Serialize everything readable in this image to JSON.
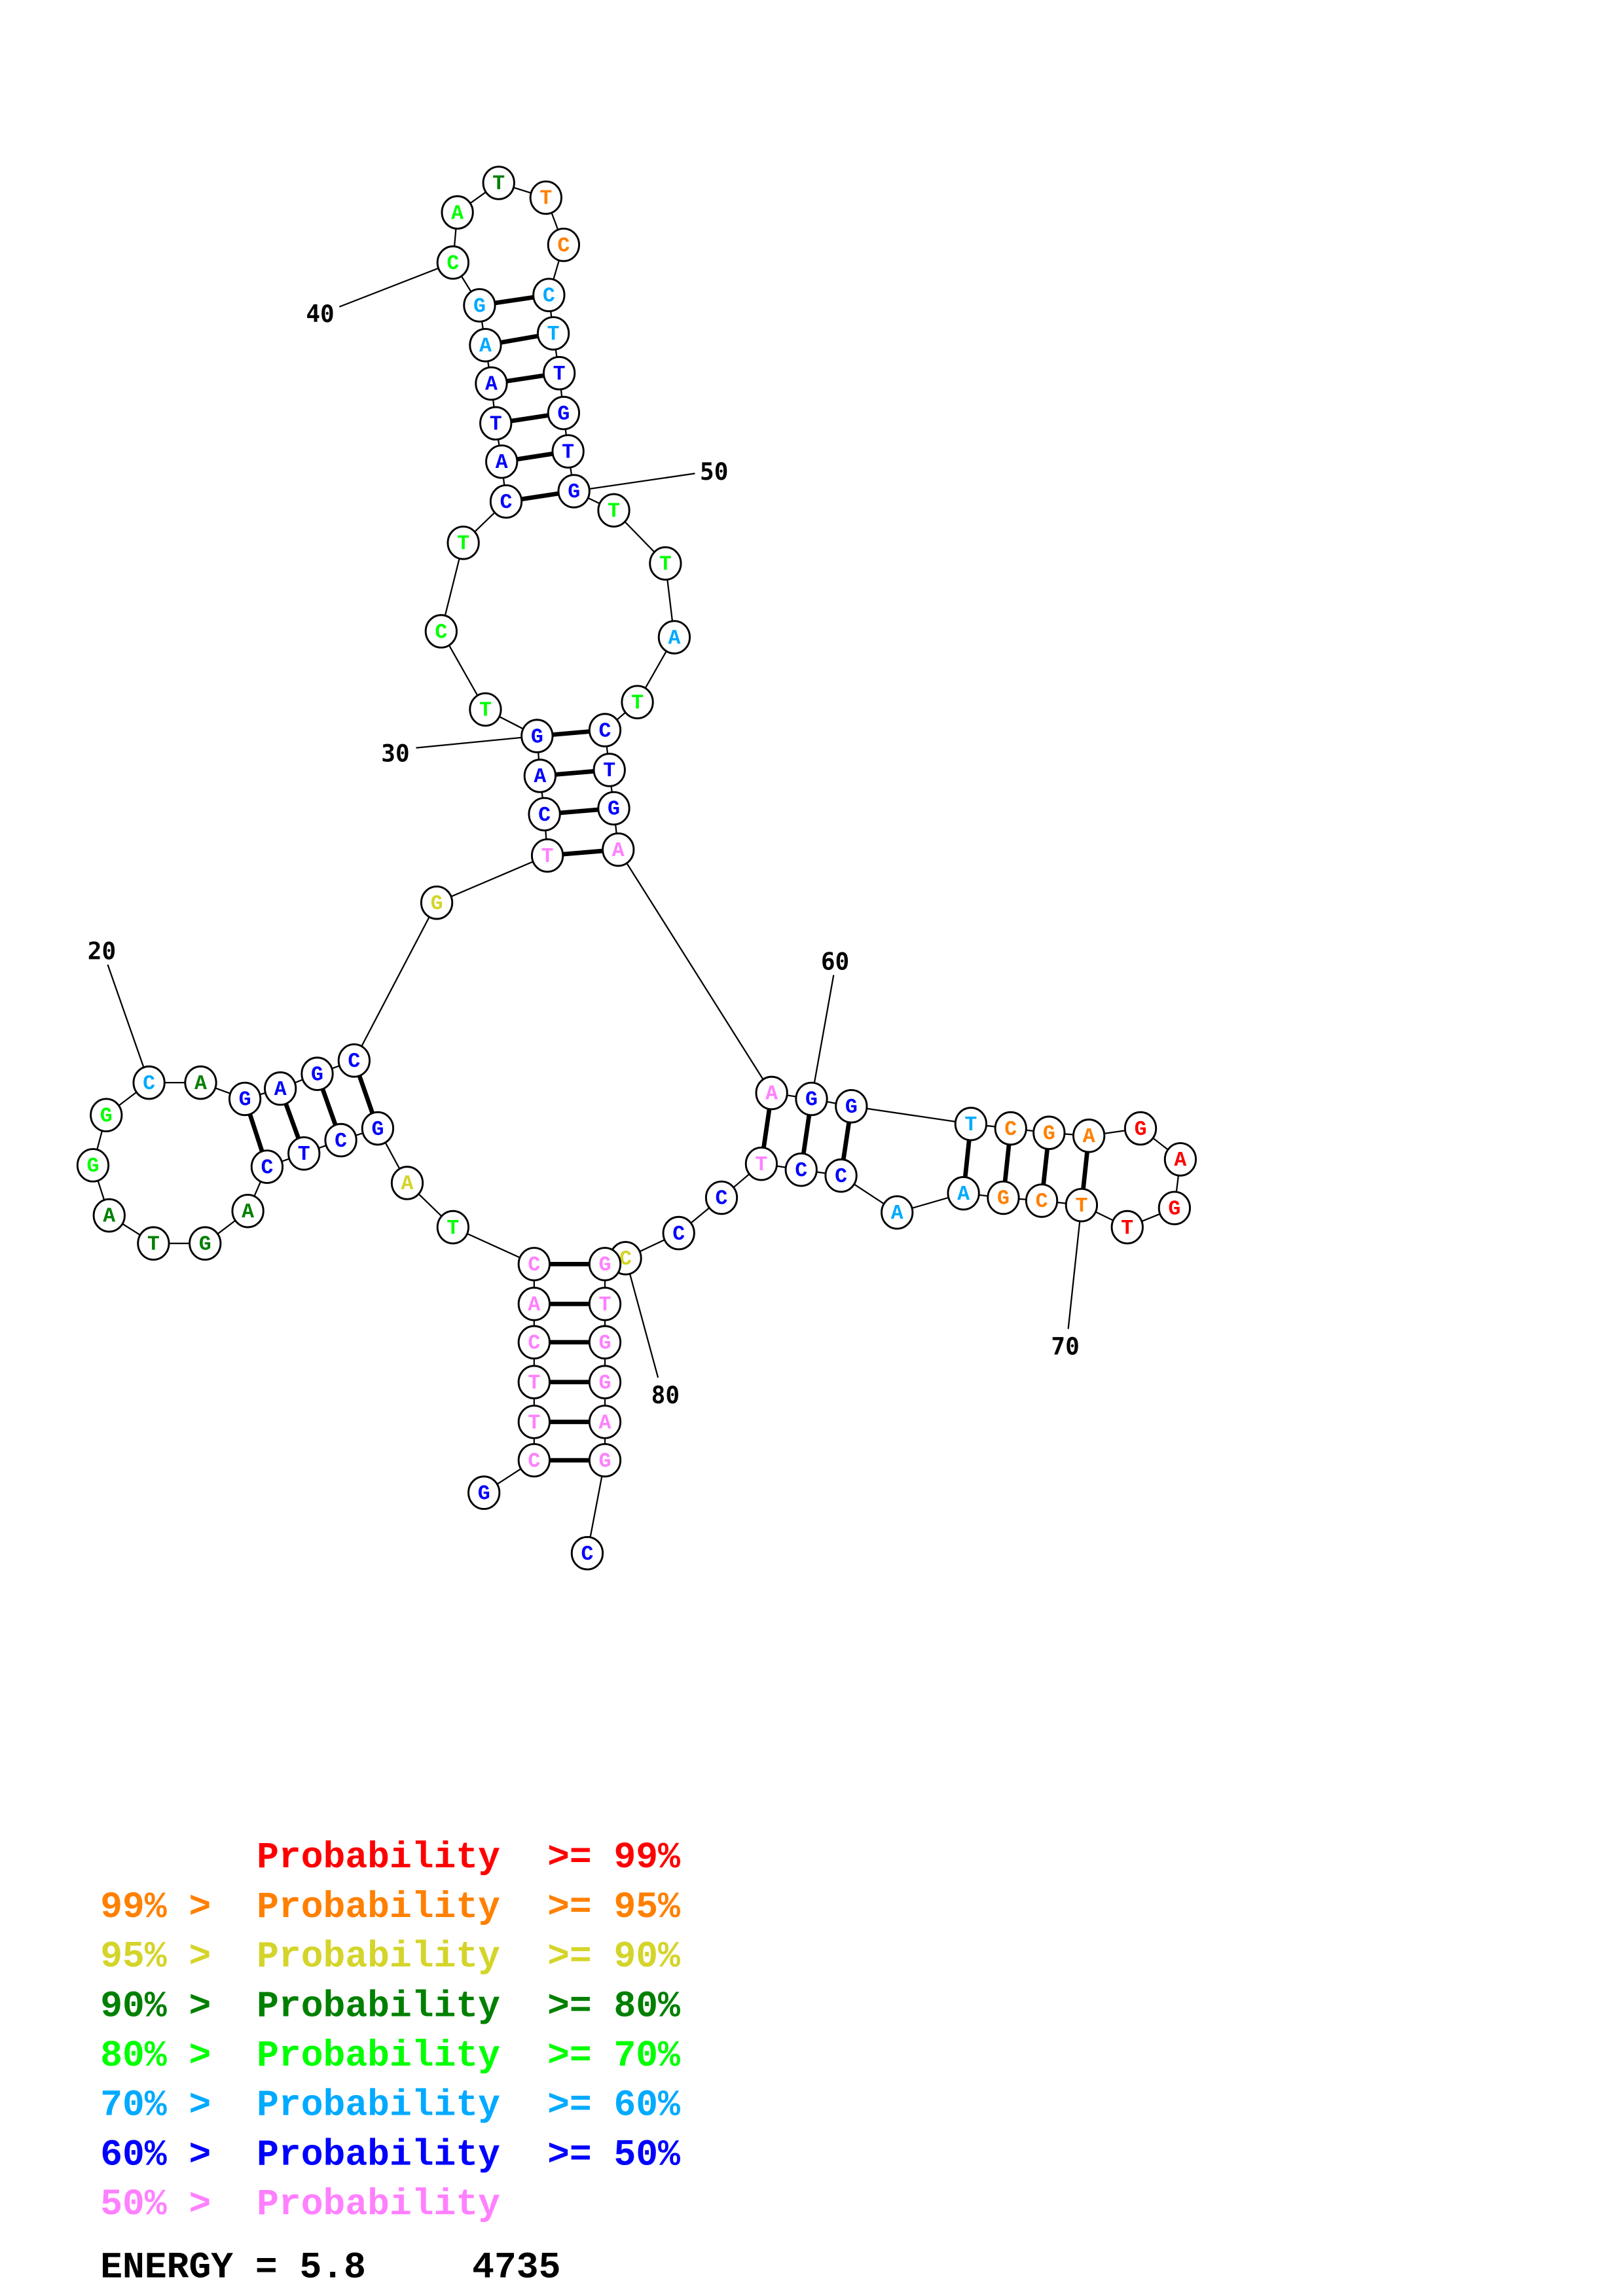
{
  "structure": {
    "sequence": [
      "G",
      "C",
      "T",
      "T",
      "C",
      "A",
      "C",
      "T",
      "A",
      "G",
      "C",
      "T",
      "C",
      "A",
      "G",
      "T",
      "A",
      "G",
      "G",
      "C",
      "A",
      "G",
      "A",
      "G",
      "C",
      "G",
      "T",
      "C",
      "A",
      "G",
      "T",
      "C",
      "T",
      "C",
      "A",
      "T",
      "A",
      "A",
      "G",
      "C",
      "A",
      "T",
      "T",
      "C",
      "C",
      "T",
      "T",
      "G",
      "T",
      "G",
      "T",
      "T",
      "A",
      "T",
      "C",
      "T",
      "G",
      "A",
      "A",
      "G",
      "G",
      "T",
      "C",
      "G",
      "A",
      "G",
      "A",
      "G",
      "T",
      "T",
      "C",
      "G",
      "A",
      "A",
      "C",
      "C",
      "T",
      "C",
      "C",
      "C",
      "G",
      "T",
      "G",
      "G",
      "A",
      "G",
      "C"
    ],
    "probability_class": [
      "b",
      "p",
      "p",
      "p",
      "p",
      "p",
      "p",
      "g",
      "y",
      "b",
      "b",
      "b",
      "b",
      "d",
      "d",
      "d",
      "d",
      "g",
      "g",
      "s",
      "d",
      "b",
      "b",
      "b",
      "b",
      "y",
      "p",
      "b",
      "b",
      "b",
      "g",
      "g",
      "g",
      "b",
      "b",
      "b",
      "b",
      "s",
      "s",
      "g",
      "g",
      "d",
      "o",
      "o",
      "s",
      "s",
      "b",
      "b",
      "b",
      "b",
      "g",
      "g",
      "s",
      "g",
      "b",
      "b",
      "b",
      "p",
      "p",
      "b",
      "b",
      "s",
      "o",
      "o",
      "o",
      "r",
      "r",
      "r",
      "r",
      "o",
      "o",
      "o",
      "s",
      "s",
      "b",
      "b",
      "p",
      "b",
      "b",
      "y",
      "p",
      "p",
      "p",
      "p",
      "p",
      "p",
      "b"
    ],
    "pairs": [
      [
        2,
        86
      ],
      [
        3,
        85
      ],
      [
        4,
        84
      ],
      [
        5,
        83
      ],
      [
        6,
        82
      ],
      [
        7,
        81
      ],
      [
        10,
        25
      ],
      [
        11,
        24
      ],
      [
        12,
        23
      ],
      [
        13,
        22
      ],
      [
        27,
        58
      ],
      [
        28,
        57
      ],
      [
        29,
        56
      ],
      [
        30,
        55
      ],
      [
        34,
        50
      ],
      [
        35,
        49
      ],
      [
        36,
        48
      ],
      [
        37,
        47
      ],
      [
        38,
        46
      ],
      [
        39,
        45
      ],
      [
        59,
        77
      ],
      [
        60,
        76
      ],
      [
        61,
        75
      ],
      [
        62,
        73
      ],
      [
        63,
        72
      ],
      [
        64,
        71
      ],
      [
        65,
        70
      ]
    ],
    "position_labels": [
      "20",
      "30",
      "40",
      "50",
      "60",
      "70",
      "80"
    ]
  },
  "colors": {
    "r": "#ff0000",
    "o": "#ff8000",
    "y": "#d4d42a",
    "d": "#008000",
    "g": "#00ff00",
    "s": "#00aaff",
    "b": "#0000ff",
    "p": "#ff80ff"
  },
  "legend": [
    {
      "lo": "",
      "label": "Probability",
      "hi": ">= 99%",
      "cls": "r"
    },
    {
      "lo": "99% >",
      "label": "Probability",
      "hi": ">= 95%",
      "cls": "o"
    },
    {
      "lo": "95% >",
      "label": "Probability",
      "hi": ">= 90%",
      "cls": "y"
    },
    {
      "lo": "90% >",
      "label": "Probability",
      "hi": ">= 80%",
      "cls": "d"
    },
    {
      "lo": "80% >",
      "label": "Probability",
      "hi": ">= 70%",
      "cls": "g"
    },
    {
      "lo": "70% >",
      "label": "Probability",
      "hi": ">= 60%",
      "cls": "s"
    },
    {
      "lo": "60% >",
      "label": "Probability",
      "hi": ">= 50%",
      "cls": "b"
    },
    {
      "lo": "50% >",
      "label": "Probability",
      "hi": "",
      "cls": "p"
    }
  ],
  "energy": {
    "label": "ENERGY = 5.8",
    "id": "4735"
  }
}
